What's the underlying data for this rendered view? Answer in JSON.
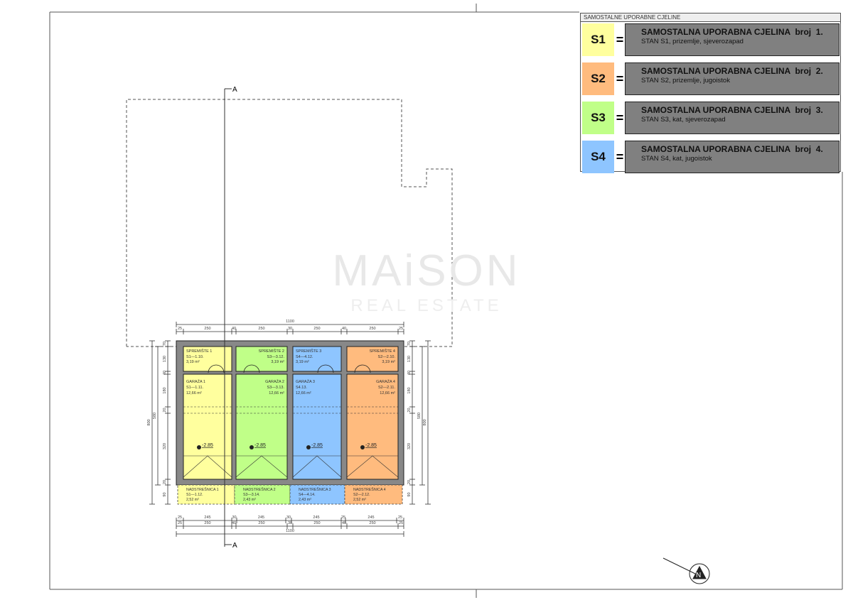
{
  "legend": {
    "title": "SAMOSTALNE UPORABNE CJELINE",
    "units": [
      {
        "code": "S1",
        "eq": "=",
        "heading": "SAMOSTALNA UPORABNA CJELINA  broj  1.",
        "desc": "STAN S1, prizemlje, sjeverozapad",
        "color": "#ffff9e"
      },
      {
        "code": "S2",
        "eq": "=",
        "heading": "SAMOSTALNA UPORABNA CJELINA  broj  2.",
        "desc": "STAN S2, prizemlje, jugoistok",
        "color": "#ffbb7e"
      },
      {
        "code": "S3",
        "eq": "=",
        "heading": "SAMOSTALNA UPORABNA CJELINA  broj  3.",
        "desc": "STAN S3, kat, sjeverozapad",
        "color": "#c0ff88"
      },
      {
        "code": "S4",
        "eq": "=",
        "heading": "SAMOSTALNA UPORABNA CJELINA  broj  4.",
        "desc": "STAN S4, kat, jugoistok",
        "color": "#8ec5ff"
      }
    ]
  },
  "plan": {
    "section_label": "A",
    "storage": [
      {
        "name": "SPREMIŠTE 1",
        "code": "S1—1.10.",
        "area": "3,19 m²"
      },
      {
        "name": "SPREMIŠTE 2",
        "code": "S3—3.12.",
        "area": "3,19 m²"
      },
      {
        "name": "SPREMIŠTE 3",
        "code": "S4—4.12.",
        "area": "3,19 m²"
      },
      {
        "name": "SPREMIŠTE 4",
        "code": "S2—2.10.",
        "area": "3,19 m²"
      }
    ],
    "garages": [
      {
        "name": "GARAŽA 1",
        "code": "S1—1.11.",
        "area": "12,66 m²",
        "level": "-2.85"
      },
      {
        "name": "GARAŽA 2",
        "code": "S3—3.13.",
        "area": "12,66 m²",
        "level": "-2.85"
      },
      {
        "name": "GARAŽA 3",
        "code": "S4.13.",
        "area": "12,66 m²",
        "level": "-2.85"
      },
      {
        "name": "GARAŽA 4",
        "code": "S2—2.11.",
        "area": "12,66 m²",
        "level": "-2.85"
      }
    ],
    "canopies": [
      {
        "name": "NADSTREŠNICA 1",
        "code": "S1—1.12.",
        "area": "2,52 m²"
      },
      {
        "name": "NADSTREŠNICA 2",
        "code": "S3—3.14.",
        "area": "2,43 m²"
      },
      {
        "name": "NADSTREŠNICA 3",
        "code": "S4—4.14.",
        "area": "2,43 m²"
      },
      {
        "name": "NADSTREŠNICA 4",
        "code": "S2—2.12.",
        "area": "2,52 m²"
      }
    ],
    "dims": {
      "total_width": "1100",
      "top_row": [
        "25",
        "250",
        "40",
        "250",
        "30",
        "250",
        "40",
        "250",
        "25"
      ],
      "bottom_row1": [
        "25",
        "245",
        "30",
        "245",
        "30",
        "245",
        "25",
        "245",
        "25"
      ],
      "bottom_row2": [
        "25",
        "250",
        "40",
        "250",
        "30",
        "250",
        "40",
        "250",
        "25"
      ],
      "side_total": "800",
      "side_mid": "580",
      "side_parts": [
        "70",
        "60",
        "130",
        "40",
        "180",
        "20",
        "320",
        "20",
        "90",
        "90"
      ]
    }
  },
  "watermark": {
    "line1": "MAiSON",
    "line2": "REAL ESTATE"
  }
}
